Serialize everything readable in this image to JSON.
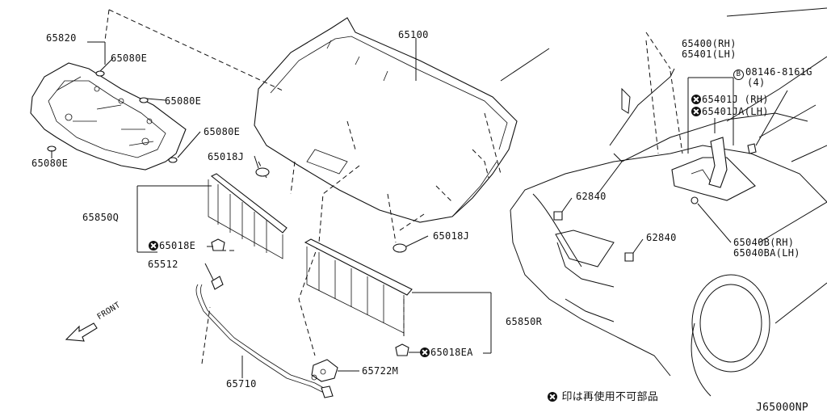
{
  "parts": {
    "p65820": "65820",
    "p65080e_1": "65080E",
    "p65080e_2": "65080E",
    "p65080e_3": "65080E",
    "p65080e_4": "65080E",
    "p65100": "65100",
    "p65018j_1": "65018J",
    "p65018j_2": "65018J",
    "p65850q": "65850Q",
    "p65018e": "65018E",
    "p65512": "65512",
    "p65710": "65710",
    "p65722m": "65722M",
    "p65018ea": "65018EA",
    "p65850r": "65850R",
    "p62840_1": "62840",
    "p62840_2": "62840",
    "p65400": "65400(RH)",
    "p65401": "65401(LH)",
    "p08146": "08146-8161G",
    "p08146_qty": "(4)",
    "p65401j": "65401J (RH)",
    "p65401ja": "65401JA(LH)",
    "p65040b": "65040B(RH)",
    "p65040ba": "65040BA(LH)"
  },
  "front_label": "FRONT",
  "legend_text": "印は再使用不可部品",
  "drawing_code": "J65000NP",
  "icons": {
    "non_reusable": "x-circle-icon",
    "bolt": "bolt-b-icon"
  }
}
